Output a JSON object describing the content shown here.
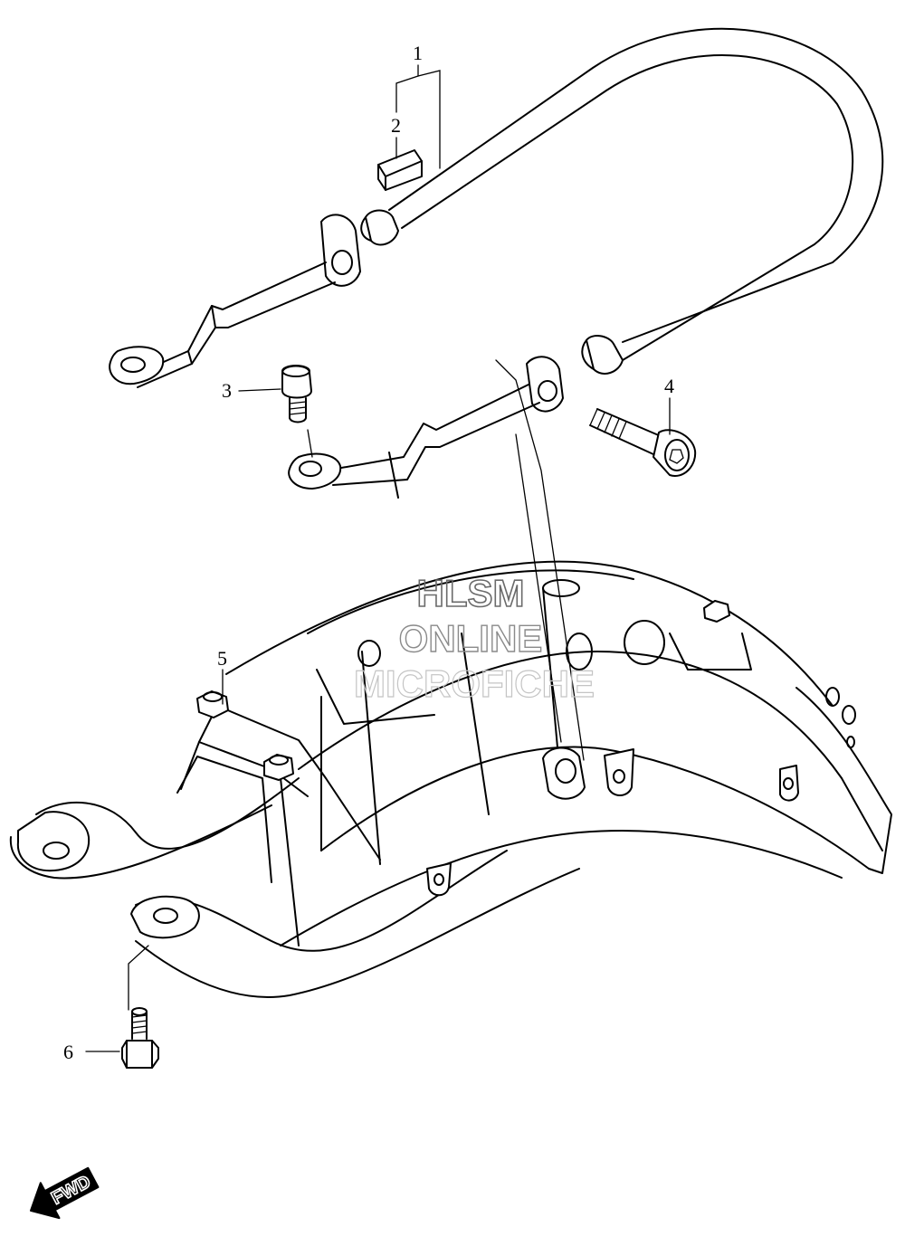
{
  "callouts": [
    {
      "id": "1",
      "label": "1"
    },
    {
      "id": "2",
      "label": "2"
    },
    {
      "id": "3",
      "label": "3"
    },
    {
      "id": "4",
      "label": "4"
    },
    {
      "id": "5",
      "label": "5"
    },
    {
      "id": "6",
      "label": "6"
    }
  ],
  "watermark": {
    "line1": "HLSM",
    "line2": "ONLINE",
    "line3": "MICROFICHE"
  },
  "direction_marker": {
    "label": "FWD",
    "icon": "forward-arrow-icon"
  }
}
